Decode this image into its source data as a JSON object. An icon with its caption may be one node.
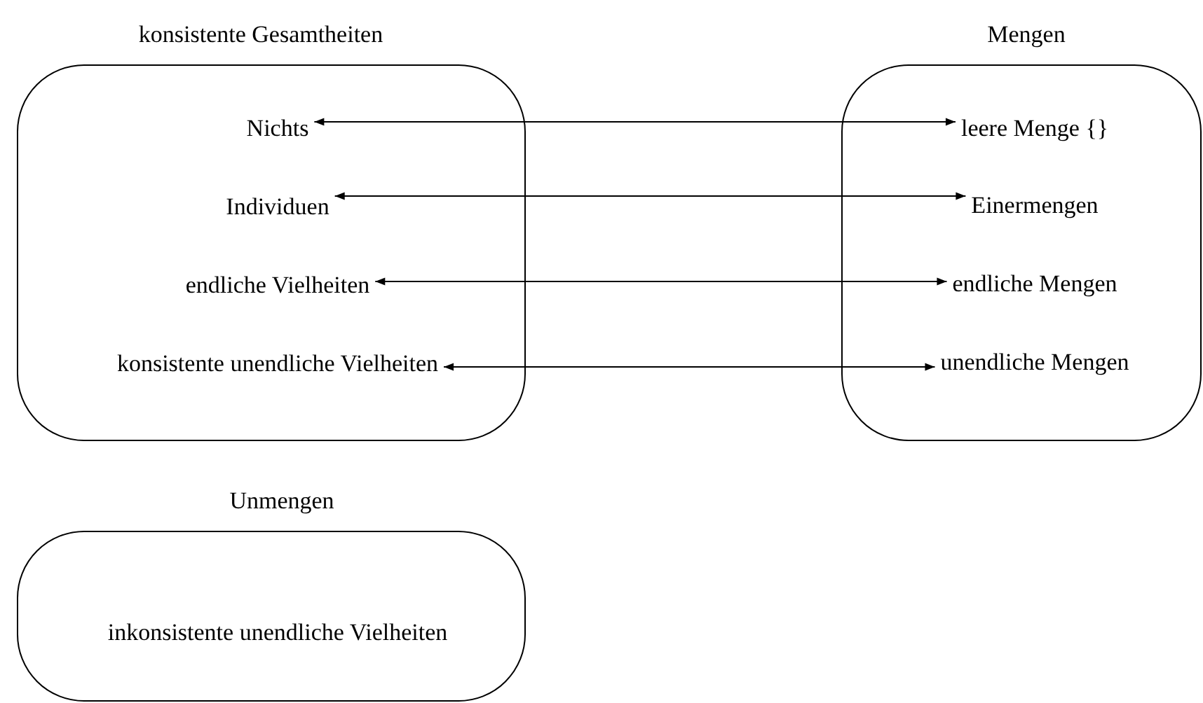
{
  "diagram": {
    "nodes": [
      {
        "text": [
          "konsistente Gesamtheiten"
        ]
      },
      {
        "text": [
          "Nichts"
        ],
        "in": 0
      },
      {
        "text": [
          "Individuen"
        ],
        "in": 0
      },
      {
        "text": [
          "endliche Vielheiten"
        ],
        "in": 0
      },
      {
        "text": [
          "konsistente unendliche Vielheiten"
        ],
        "in": 0
      },
      {
        "text": [
          "Mengen"
        ]
      },
      {
        "text": [
          "leere Menge {}"
        ],
        "in": 5
      },
      {
        "text": [
          "Einermengen"
        ],
        "in": 5
      },
      {
        "text": [
          "endliche Mengen"
        ],
        "in": 5
      },
      {
        "text": [
          "unendliche Mengen"
        ],
        "in": 5
      },
      {
        "text": [
          "Unmengen"
        ]
      },
      {
        "text": [
          "inkonsistente unendliche Vielheiten"
        ],
        "in": 10
      }
    ],
    "edges": [
      {
        "from": 1,
        "to": 6,
        "arrow": "both"
      },
      {
        "from": 2,
        "to": 7,
        "arrow": "both"
      },
      {
        "from": 3,
        "to": 8,
        "arrow": "both"
      },
      {
        "from": 4,
        "to": 9,
        "arrow": "both"
      }
    ]
  }
}
